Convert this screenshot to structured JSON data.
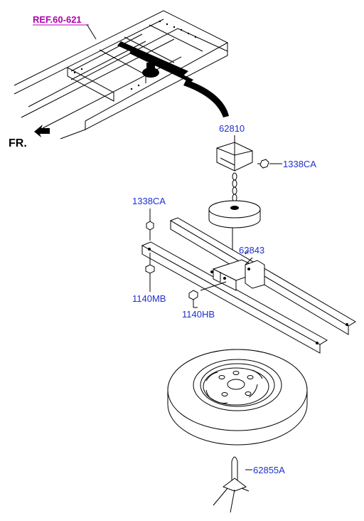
{
  "diagram": {
    "ref_label": "REF.60-621",
    "direction_label": "FR.",
    "parts": {
      "carrier_bracket": "62810",
      "nut_top_right": "1338CA",
      "nut_left": "1338CA",
      "carrier_frame": "62843",
      "bolt_left": "1140MB",
      "bolt_center": "1140HB",
      "hook": "62855A"
    }
  }
}
